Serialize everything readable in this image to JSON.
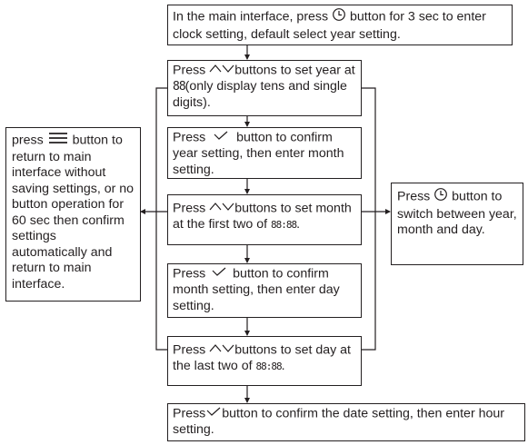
{
  "flowchart": {
    "top": {
      "text_a": "In the main interface, press",
      "text_b": "button for 3 sec to enter clock setting, default select year setting.",
      "icon": "clock-icon"
    },
    "step1": {
      "text_a": "Press",
      "text_b": "buttons to set year at",
      "text_c": "(only display tens and single digits).",
      "icon": "up-down-arrows-icon",
      "digits": "88"
    },
    "step2": {
      "text_a": "Press",
      "text_b": "button to confirm year setting, then enter month setting.",
      "icon": "checkmark-icon"
    },
    "step3": {
      "text_a": "Press",
      "text_b": "buttons to set month at the first two of",
      "text_c": ".",
      "icon": "up-down-arrows-icon",
      "digits": "88:88"
    },
    "step4": {
      "text_a": "Press",
      "text_b": "button to confirm month setting, then enter day setting.",
      "icon": "checkmark-icon"
    },
    "step5": {
      "text_a": "Press",
      "text_b": "buttons to set day at the last two of",
      "text_c": ".",
      "icon": "up-down-arrows-icon",
      "digits": "88:88"
    },
    "bottom": {
      "text_a": "Press",
      "text_b": "button to confirm the date setting, then enter hour setting.",
      "icon": "checkmark-icon"
    },
    "left": {
      "text_a": "press",
      "text_b": "button to return to main interface without saving settings, or no button operation for 60 sec then confirm settings automatically and return to main interface.",
      "icon": "menu-icon"
    },
    "right": {
      "text_a": "Press",
      "text_b": "button to switch between year, month and day.",
      "icon": "clock-icon"
    }
  }
}
